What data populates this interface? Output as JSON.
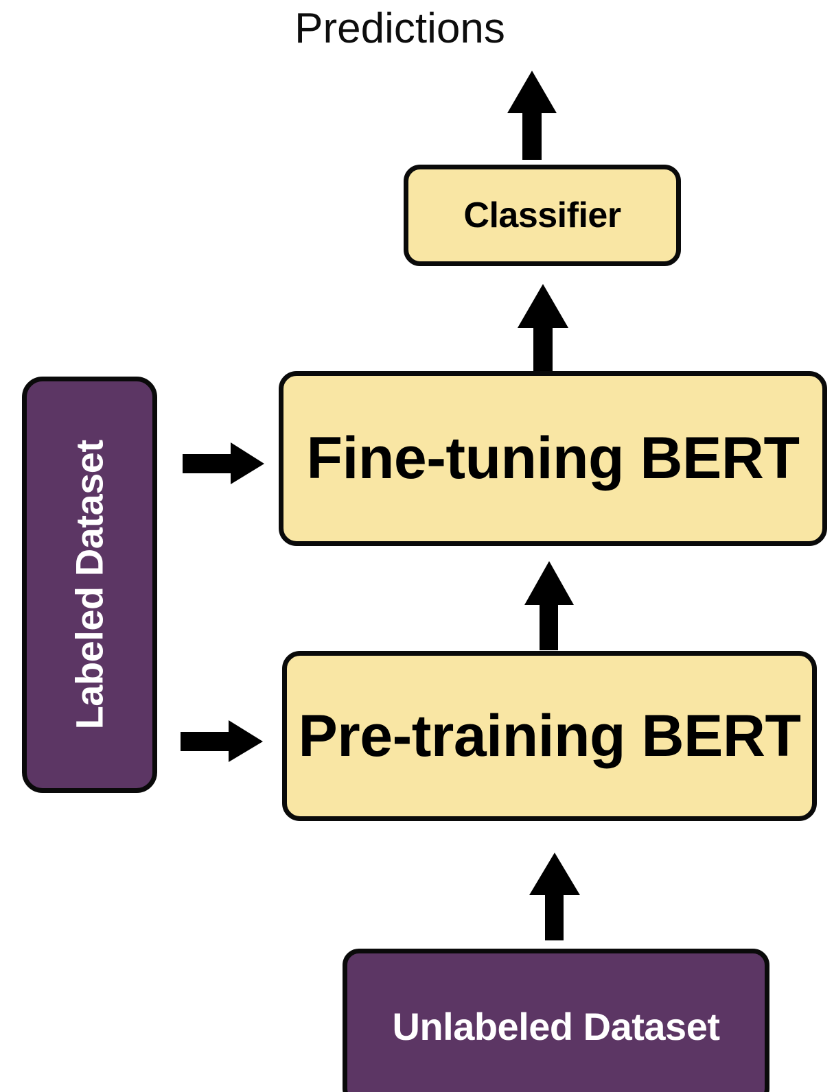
{
  "diagram": {
    "title": "Predictions",
    "type": "flowchart",
    "colors": {
      "model_box_fill": "#F9E6A4",
      "dataset_box_fill": "#5C3664",
      "border": "#0A0A0A",
      "model_box_text": "#000000",
      "dataset_box_text": "#FFFFFF",
      "arrow": "#000000",
      "background": "#FFFFFF"
    },
    "nodes": [
      {
        "id": "classifier",
        "label": "Classifier",
        "kind": "model"
      },
      {
        "id": "finetuning",
        "label": "Fine-tuning BERT",
        "kind": "model"
      },
      {
        "id": "pretraining",
        "label": "Pre-training BERT",
        "kind": "model"
      },
      {
        "id": "labeled",
        "label": "Labeled Dataset",
        "kind": "dataset"
      },
      {
        "id": "unlabeled",
        "label": "Unlabeled Dataset",
        "kind": "dataset"
      }
    ],
    "edges": [
      {
        "id": "e1",
        "from": "classifier",
        "to": "predictions",
        "direction": "up",
        "icon": "arrow-up-icon"
      },
      {
        "id": "e2",
        "from": "finetuning",
        "to": "classifier",
        "direction": "up",
        "icon": "arrow-up-icon"
      },
      {
        "id": "e3",
        "from": "pretraining",
        "to": "finetuning",
        "direction": "up",
        "icon": "arrow-up-icon"
      },
      {
        "id": "e4",
        "from": "unlabeled",
        "to": "pretraining",
        "direction": "up",
        "icon": "arrow-up-icon"
      },
      {
        "id": "e5",
        "from": "labeled",
        "to": "finetuning",
        "direction": "right",
        "icon": "arrow-right-icon"
      },
      {
        "id": "e6",
        "from": "labeled",
        "to": "pretraining",
        "direction": "right",
        "icon": "arrow-right-icon"
      }
    ]
  }
}
